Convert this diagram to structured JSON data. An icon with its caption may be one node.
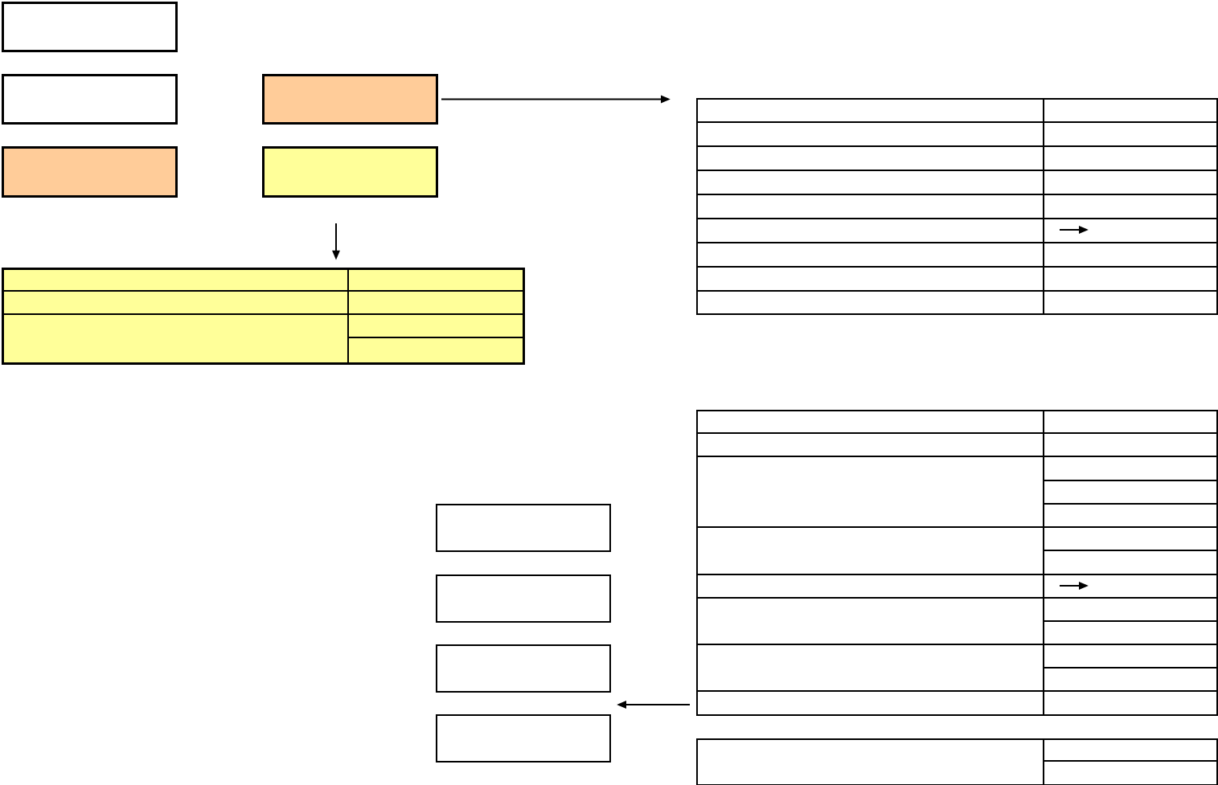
{
  "diagram": {
    "nodes": [
      {
        "text": [],
        "shape": "box"
      },
      {
        "text": [],
        "shape": "box"
      },
      {
        "text": [],
        "shape": "box"
      },
      {
        "text": [],
        "shape": "box"
      },
      {
        "text": [],
        "shape": "box"
      },
      {
        "text": [],
        "shape": "box"
      },
      {
        "text": [],
        "shape": "box"
      },
      {
        "text": [],
        "shape": "box"
      },
      {
        "text": [],
        "shape": "box"
      },
      {
        "text": [],
        "shape": "box"
      },
      {
        "text": [],
        "shape": "box"
      },
      {
        "text": [],
        "shape": "box"
      },
      {
        "text": [],
        "shape": "box"
      }
    ],
    "edges": [
      {
        "from": 2,
        "to": 6,
        "arrow": "to"
      },
      {
        "from": 4,
        "to": 5,
        "arrow": "to"
      },
      {
        "from": 7,
        "to": 10,
        "arrow": "to"
      }
    ]
  }
}
